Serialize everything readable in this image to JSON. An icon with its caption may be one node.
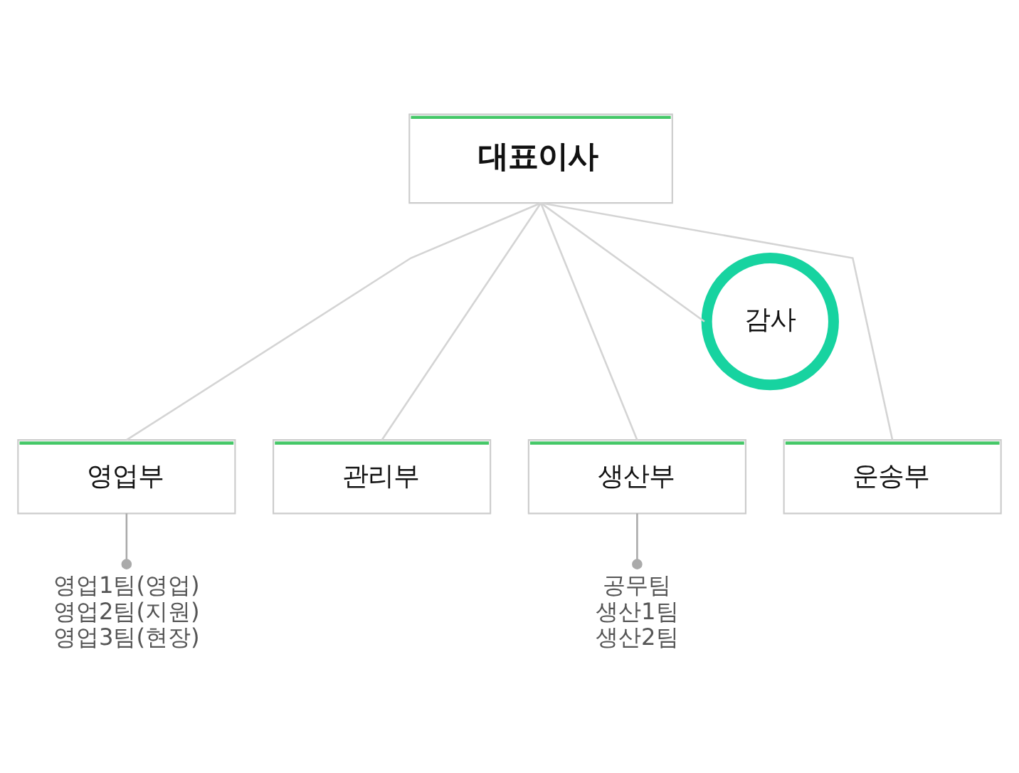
{
  "diagram": {
    "nodes": [
      {
        "text": [
          "대표이사"
        ]
      },
      {
        "text": [
          "감사"
        ]
      },
      {
        "text": [
          "영업부"
        ]
      },
      {
        "text": [
          "관리부"
        ]
      },
      {
        "text": [
          "생산부"
        ]
      },
      {
        "text": [
          "운송부"
        ]
      },
      {
        "text": [
          "영업1팀(영업)",
          "영업2팀(지원)",
          "영업3팀(현장)"
        ]
      },
      {
        "text": [
          "공무팀",
          "생산1팀",
          "생산2팀"
        ]
      }
    ],
    "edges": [
      {
        "from": 0,
        "to": 1,
        "arrow": "none"
      },
      {
        "from": 0,
        "to": 2,
        "arrow": "none"
      },
      {
        "from": 0,
        "to": 3,
        "arrow": "none"
      },
      {
        "from": 0,
        "to": 4,
        "arrow": "none"
      },
      {
        "from": 0,
        "to": 5,
        "arrow": "none"
      },
      {
        "from": 2,
        "to": 6,
        "arrow": "other"
      },
      {
        "from": 4,
        "to": 7,
        "arrow": "other"
      }
    ]
  }
}
